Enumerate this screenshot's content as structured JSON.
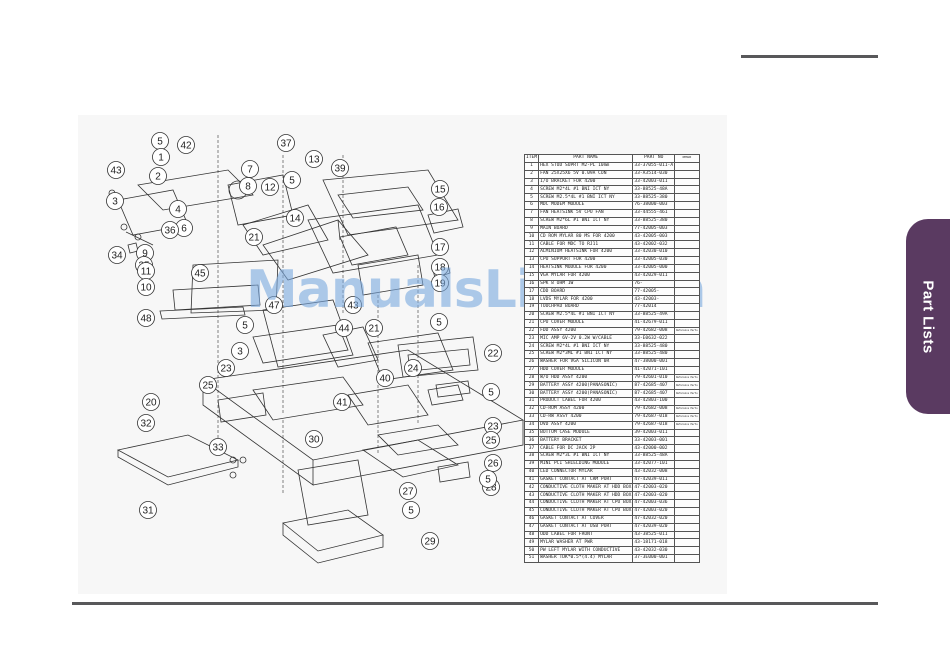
{
  "section_tab": {
    "label": "Part Lists"
  },
  "watermark": {
    "text": "ManualsLib.com"
  },
  "colors": {
    "rule": "#58585a",
    "tab": "#5a3a61",
    "watermark": "#7aa9df"
  },
  "callouts": [
    "5",
    "1",
    "3",
    "43",
    "2",
    "42",
    "4",
    "6",
    "36",
    "9",
    "35",
    "34",
    "11",
    "10",
    "48",
    "37",
    "7",
    "13",
    "39",
    "8",
    "12",
    "5",
    "14",
    "21",
    "15",
    "16",
    "17",
    "18",
    "19",
    "45",
    "47",
    "5",
    "3",
    "23",
    "25",
    "20",
    "32",
    "33",
    "44",
    "24",
    "40",
    "41",
    "31",
    "21",
    "30",
    "43",
    "5",
    "22",
    "5",
    "23",
    "25",
    "26",
    "27",
    "28",
    "5",
    "29",
    "5"
  ],
  "parts_table": {
    "headers": [
      "ITEM",
      "PART NAME",
      "PART NO",
      "REMARK"
    ],
    "rows": [
      {
        "item": "1",
        "name": "HEX STUD SUPRT M2-PL 10mm",
        "no": "33-37055-011-A",
        "remark": ""
      },
      {
        "item": "2",
        "name": "FAN 25X25X6 5V 0.09A CON",
        "no": "33-A3514-030",
        "remark": ""
      },
      {
        "item": "3",
        "name": "I/O BRACKET FOR 4200",
        "no": "33-42003-011",
        "remark": ""
      },
      {
        "item": "4",
        "name": "SCREW M2*4L #1 BNI ICT NY",
        "no": "33-88525-48A",
        "remark": ""
      },
      {
        "item": "5",
        "name": "SCREW M2.5*4L #1 BNI ICT NY",
        "no": "33-88525-380",
        "remark": ""
      },
      {
        "item": "6",
        "name": "MDC MODEM MODULE",
        "no": "76-38000-003",
        "remark": ""
      },
      {
        "item": "7",
        "name": "FAN HEATSINK 5V CPU FAN",
        "no": "33-44555-461",
        "remark": ""
      },
      {
        "item": "8",
        "name": "SCREW M2*6L #1 BNI ICT NY",
        "no": "33-88525-380",
        "remark": ""
      },
      {
        "item": "9",
        "name": "MAIN BOARD",
        "no": "77-42005-003",
        "remark": ""
      },
      {
        "item": "10",
        "name": "CD ROM MYLAR 80 MS FOR 4200",
        "no": "43-42005-003",
        "remark": ""
      },
      {
        "item": "11",
        "name": "CABLE FOR MDC TO RJ11",
        "no": "43-42002-032",
        "remark": ""
      },
      {
        "item": "12",
        "name": "ALMINIUM HEATSINK FOR 4200",
        "no": "33-42030-010",
        "remark": ""
      },
      {
        "item": "13",
        "name": "CPU SUPPORT FOR 4200",
        "no": "33-42005-030",
        "remark": ""
      },
      {
        "item": "14",
        "name": "HEATSINK MODULE FOR 4200",
        "no": "33-42005-000",
        "remark": ""
      },
      {
        "item": "15",
        "name": "VGA MYLAR FOR 4200",
        "no": "43-42029-011",
        "remark": ""
      },
      {
        "item": "16",
        "name": "SPK 8 OHM 1W",
        "no": "76-",
        "remark": ""
      },
      {
        "item": "17",
        "name": "CDD BOARD",
        "no": "77-42005-",
        "remark": ""
      },
      {
        "item": "18",
        "name": "LVDS MYLAR FOR 4200",
        "no": "43-42003-",
        "remark": ""
      },
      {
        "item": "19",
        "name": "TOUCHPAD BOARD",
        "no": "77-42014",
        "remark": ""
      },
      {
        "item": "20",
        "name": "SCREW M2.5*4L #1 BNI ICT NY",
        "no": "33-88525-49A",
        "remark": ""
      },
      {
        "item": "21",
        "name": "CPU COVER MODULE",
        "no": "41-42679-011",
        "remark": ""
      },
      {
        "item": "22",
        "name": "FDD ASSY 4200",
        "no": "79-42682-008",
        "remark": "Reference Parts"
      },
      {
        "item": "23",
        "name": "MIC AMP 6V-2V 0.2W W/CABLE",
        "no": "33-E0632-022",
        "remark": ""
      },
      {
        "item": "24",
        "name": "SCREW M2*4L #1 BNI ICT NY",
        "no": "33-88525-480",
        "remark": ""
      },
      {
        "item": "25",
        "name": "SCREW M2*3ML #1 BNI ICT NY",
        "no": "33-88525-480",
        "remark": ""
      },
      {
        "item": "26",
        "name": "WASHER FOR VGA SILICON 0R",
        "no": "47-38000-001",
        "remark": ""
      },
      {
        "item": "27",
        "name": "HDD COVER MODULE",
        "no": "41-42071-101",
        "remark": ""
      },
      {
        "item": "28",
        "name": "W/O HDD ASSY 4200",
        "no": "79-42601-010",
        "remark": "Reference Parts"
      },
      {
        "item": "29",
        "name": "BATTERY ASSY 4200(PANASONIC)",
        "no": "87-42685-407",
        "remark": "Reference Parts"
      },
      {
        "item": "30",
        "name": "BATTERY ASSY 4200(PANASONIC)",
        "no": "87-42685-407",
        "remark": "Reference Parts"
      },
      {
        "item": "31",
        "name": "PRODUCT LABEL FOR 4200",
        "no": "43-42803-100",
        "remark": ""
      },
      {
        "item": "32",
        "name": "CD-ROM ASSY 4200",
        "no": "79-42682-008",
        "remark": "Reference Parts"
      },
      {
        "item": "33",
        "name": "CD-RW ASSY 4200",
        "no": "79-42687-018",
        "remark": "Reference Parts"
      },
      {
        "item": "34",
        "name": "DVD ASSY 4200",
        "no": "79-42687-018",
        "remark": "Reference Parts"
      },
      {
        "item": "35",
        "name": "BOTTOM CASE MODULE",
        "no": "39-42003-011",
        "remark": ""
      },
      {
        "item": "36",
        "name": "BATTERY BRACKET",
        "no": "33-42003-001",
        "remark": ""
      },
      {
        "item": "37",
        "name": "CABLE FOR DC JACK 2P",
        "no": "43-42000-002",
        "remark": ""
      },
      {
        "item": "38",
        "name": "SCREW M2*3L #1 BNI ICT NY",
        "no": "33-88525-48A",
        "remark": ""
      },
      {
        "item": "39",
        "name": "MINI PCI SHIELDING MODULE",
        "no": "33-42077-101",
        "remark": ""
      },
      {
        "item": "40",
        "name": "LED CONNECTOR MYLAR",
        "no": "43-42032-008",
        "remark": ""
      },
      {
        "item": "41",
        "name": "GASKET CONTACT AT CRM PORT",
        "no": "47-42039-011",
        "remark": ""
      },
      {
        "item": "42",
        "name": "CONDUCTIVE CLOTH MAKER AT HDD BOX",
        "no": "47-42003-020",
        "remark": ""
      },
      {
        "item": "43",
        "name": "CONDUCTIVE CLOTH MAKER AT HDD BOX",
        "no": "47-42003-020",
        "remark": ""
      },
      {
        "item": "44",
        "name": "CONDUCTIVE CLOTH MAKER AT CPU BOX",
        "no": "47-42003-036",
        "remark": ""
      },
      {
        "item": "45",
        "name": "CONDUCTIVE CLOTH MAKER AT CPU BOX",
        "no": "47-42003-020",
        "remark": ""
      },
      {
        "item": "46",
        "name": "GASKET CONTACT AT COVER",
        "no": "47-42032-020",
        "remark": ""
      },
      {
        "item": "47",
        "name": "GASKET CONTACT AT USB PORT",
        "no": "47-42039-020",
        "remark": ""
      },
      {
        "item": "48",
        "name": "ODD LABEL FOR FRONT",
        "no": "43-38525-011",
        "remark": ""
      },
      {
        "item": "49",
        "name": "MYLAR WASHER AT PWR",
        "no": "43-18171-018",
        "remark": ""
      },
      {
        "item": "50",
        "name": "PW LEFT MYLAR WITH CONDUCTIVE",
        "no": "43-42032-030",
        "remark": ""
      },
      {
        "item": "51",
        "name": "WASHER TDK*0.5*(4.4) MYLAR",
        "no": "37-3E000-001",
        "remark": ""
      }
    ]
  }
}
